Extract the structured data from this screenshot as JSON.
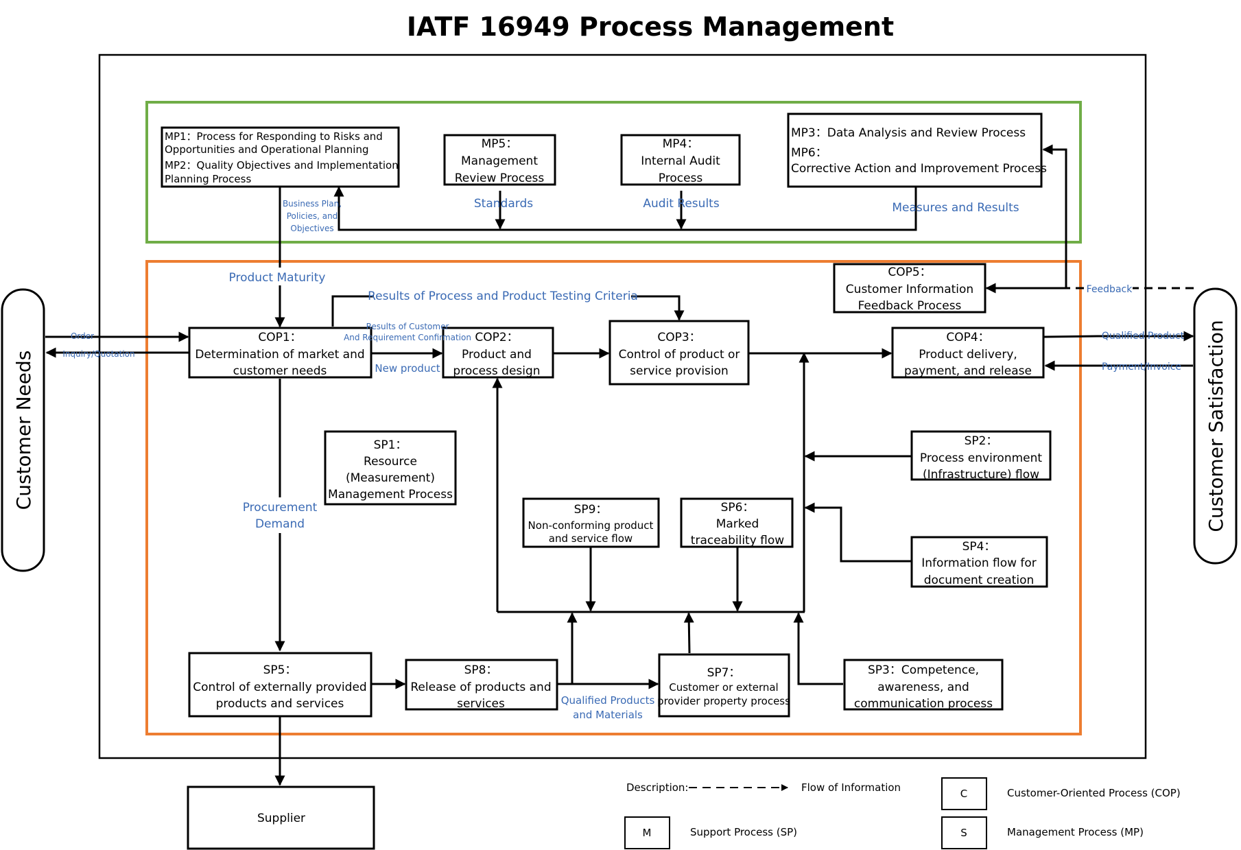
{
  "title": "IATF 16949 Process Management",
  "side": {
    "left": "Customer Needs",
    "right": "Customer Satisfaction"
  },
  "colors": {
    "management_frame": "#70ad47",
    "core_frame": "#ed7d31",
    "label_blue": "#3a6ab4"
  },
  "boxes": {
    "mp1": [
      "MP1：Process for Responding to Risks and",
      "Opportunities and Operational Planning",
      "MP2：Quality Objectives and Implementation",
      "Planning Process"
    ],
    "mp5": [
      "MP5：",
      "Management",
      "Review Process"
    ],
    "mp4": [
      "MP4：",
      "Internal Audit",
      "Process"
    ],
    "mp3": [
      "MP3：Data Analysis and Review Process",
      "MP6：",
      "Corrective Action and Improvement Process"
    ],
    "cop5": [
      "COP5：",
      "Customer Information",
      "Feedback Process"
    ],
    "cop1": [
      "COP1：",
      "Determination of market and",
      "customer needs"
    ],
    "cop2": [
      "COP2：",
      "Product and",
      "process design"
    ],
    "cop3": [
      "COP3：",
      "Control of product or",
      "service provision"
    ],
    "cop4": [
      "COP4：",
      "Product delivery,",
      "payment, and release"
    ],
    "sp1": [
      "SP1：",
      "Resource",
      "(Measurement)",
      "Management Process"
    ],
    "sp2": [
      "SP2：",
      "Process environment",
      "(Infrastructure) flow"
    ],
    "sp9": [
      "SP9：",
      "Non-conforming product",
      "and service flow"
    ],
    "sp6": [
      "SP6：",
      "Marked",
      "traceability flow"
    ],
    "sp4": [
      "SP4：",
      "Information flow for",
      "document creation"
    ],
    "sp5": [
      "SP5：",
      "Control of externally provided",
      "products and services"
    ],
    "sp8": [
      "SP8：",
      "Release of products and",
      "services"
    ],
    "sp7": [
      "SP7：",
      "Customer or external",
      "provider property process"
    ],
    "sp3": [
      "SP3：Competence,",
      "awareness, and",
      "communication process"
    ],
    "supplier": [
      "Supplier"
    ]
  },
  "labels": {
    "business_plan": [
      "Business Plan,",
      "Policies, and",
      "Objectives"
    ],
    "standards": "Standards",
    "audit_results": "Audit Results",
    "measures_results": "Measures and Results",
    "product_maturity": "Product Maturity",
    "testing_criteria": "Results of Process and Product Testing Criteria",
    "customer_confirmation": [
      "Results of Customer",
      "And Requirement Confirmation"
    ],
    "new_product": "New product",
    "order": "Order",
    "inquiry": "Inquiry/Quotation",
    "feedback": "Feedback",
    "qualified_product": "Qualified Product",
    "payment_invoice": "Payment/Invoice",
    "procurement": [
      "Procurement",
      "Demand"
    ],
    "qualified_materials": [
      "Qualified Products",
      "and Materials"
    ]
  },
  "legend": {
    "description": "Description:",
    "flow_info": "Flow of Information",
    "c_key": "C",
    "c_text": "Customer-Oriented Process (COP)",
    "m_key": "M",
    "m_text": "Support Process (SP)",
    "s_key": "S",
    "s_text": "Management Process (MP)"
  }
}
